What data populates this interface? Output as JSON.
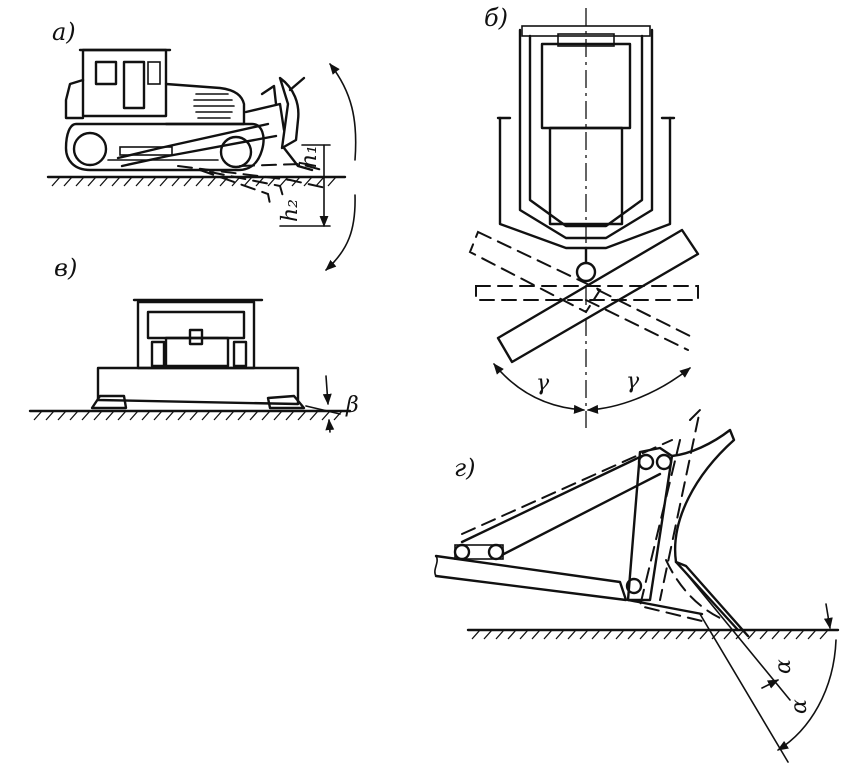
{
  "panels": {
    "a": {
      "label": "а)",
      "symbols": {
        "h1": "h₁",
        "h2": "h₂"
      }
    },
    "b": {
      "label": "б)",
      "symbols": {
        "gamma_left": "γ",
        "gamma_right": "γ"
      }
    },
    "v": {
      "label": "в)",
      "symbols": {
        "beta": "β"
      }
    },
    "g": {
      "label": "г)",
      "symbols": {
        "alpha_upper": "α",
        "alpha_lower": "α"
      }
    }
  }
}
